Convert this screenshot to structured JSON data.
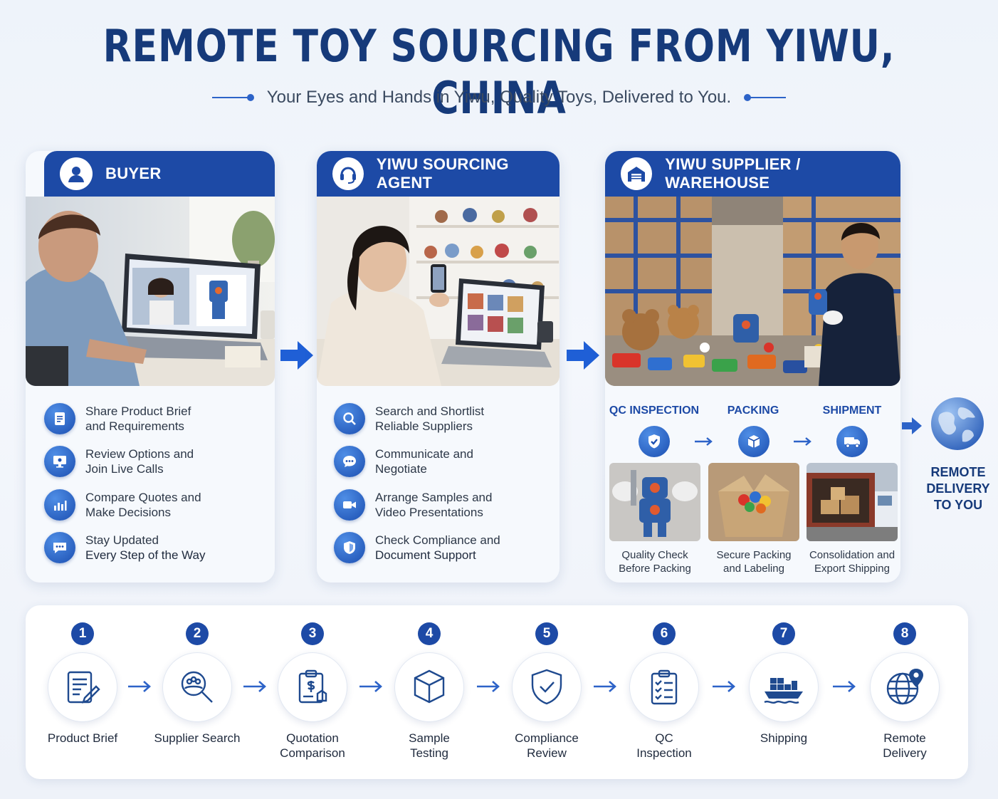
{
  "header": {
    "title": "REMOTE TOY SOURCING FROM YIWU, CHINA",
    "subtitle": "Your Eyes and Hands in Yiwu, Quality Toys, Delivered to You."
  },
  "colors": {
    "brand": "#1d4aa6",
    "title": "#163a7a",
    "accent": "#2d63c8"
  },
  "cards": {
    "buyer": {
      "title": "BUYER",
      "icon": "user-icon",
      "items": [
        {
          "icon": "document-icon",
          "line1": "Share Product Brief",
          "line2": "and Requirements"
        },
        {
          "icon": "monitor-icon",
          "line1": "Review Options and",
          "line2": "Join Live Calls"
        },
        {
          "icon": "bar-chart-icon",
          "line1": "Compare Quotes and",
          "line2": "Make Decisions"
        },
        {
          "icon": "chat-icon",
          "line1": "Stay Updated",
          "line2": "Every Step of the Way"
        }
      ]
    },
    "agent": {
      "title": "YIWU SOURCING AGENT",
      "icon": "headset-icon",
      "items": [
        {
          "icon": "search-icon",
          "line1": "Search and Shortlist",
          "line2": "Reliable Suppliers"
        },
        {
          "icon": "chat-icon",
          "line1": "Communicate and",
          "line2": "Negotiate"
        },
        {
          "icon": "video-icon",
          "line1": "Arrange Samples and",
          "line2": "Video Presentations"
        },
        {
          "icon": "shield-icon",
          "line1": "Check Compliance and",
          "line2": "Document Support"
        }
      ]
    },
    "supplier": {
      "title": "YIWU SUPPLIER / WAREHOUSE",
      "icon": "warehouse-icon",
      "stages": [
        {
          "label": "QC INSPECTION",
          "icon": "shield-check-icon",
          "cap1": "Quality Check",
          "cap2": "Before Packing"
        },
        {
          "label": "PACKING",
          "icon": "box-icon",
          "cap1": "Secure Packing",
          "cap2": "and Labeling"
        },
        {
          "label": "SHIPMENT",
          "icon": "truck-icon",
          "cap1": "Consolidation and",
          "cap2": "Export Shipping"
        }
      ]
    }
  },
  "delivery": {
    "icon": "globe-icon",
    "line1": "REMOTE",
    "line2": "DELIVERY",
    "line3": "TO YOU"
  },
  "steps": [
    {
      "num": "1",
      "icon": "brief-icon",
      "line1": "Product Brief",
      "line2": ""
    },
    {
      "num": "2",
      "icon": "supplier-search-icon",
      "line1": "Supplier Search",
      "line2": ""
    },
    {
      "num": "3",
      "icon": "quotation-icon",
      "line1": "Quotation",
      "line2": "Comparison"
    },
    {
      "num": "4",
      "icon": "cube-icon",
      "line1": "Sample",
      "line2": "Testing"
    },
    {
      "num": "5",
      "icon": "compliance-shield-icon",
      "line1": "Compliance",
      "line2": "Review"
    },
    {
      "num": "6",
      "icon": "checklist-icon",
      "line1": "QC",
      "line2": "Inspection"
    },
    {
      "num": "7",
      "icon": "ship-icon",
      "line1": "Shipping",
      "line2": ""
    },
    {
      "num": "8",
      "icon": "globe-pin-icon",
      "line1": "Remote",
      "line2": "Delivery"
    }
  ]
}
